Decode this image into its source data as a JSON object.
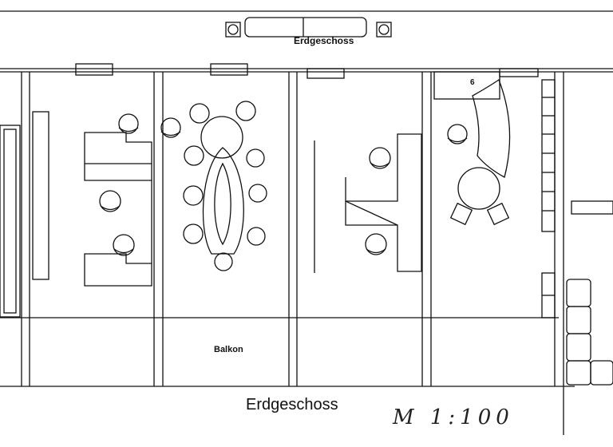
{
  "plan": {
    "title_top": "Erdgeschoss",
    "title_bottom": "Erdgeschoss",
    "balcony_label": "Balkon",
    "scale_label": "M 1:100",
    "room_number": "6"
  }
}
